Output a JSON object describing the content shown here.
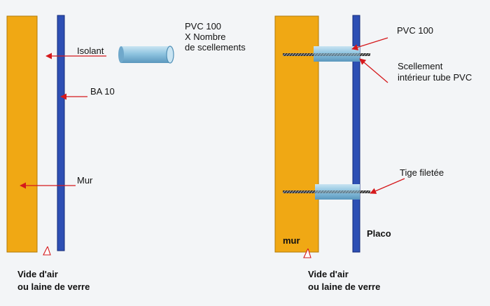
{
  "left_diagram": {
    "pvc_label_line1": "PVC 100",
    "pvc_label_line2": "X Nombre",
    "pvc_label_line3": "de scellements",
    "isolant_label": "Isolant",
    "ba10_label": "BA 10",
    "mur_label": "Mur",
    "bottom_label_line1": "Vide d'air",
    "bottom_label_line2": "ou laine de verre"
  },
  "right_diagram": {
    "pvc_label": "PVC 100",
    "scellement_label_line1": "Scellement",
    "scellement_label_line2": "intérieur tube PVC",
    "tige_label": "Tige filetée",
    "mur_label": "mur",
    "placo_label": "Placo",
    "bottom_label_line1": "Vide d'air",
    "bottom_label_line2": "ou laine de verre"
  },
  "colors": {
    "wall": "#f0a814",
    "wall_edge": "#b27a0a",
    "board": "#2d4fb4",
    "board_edge": "#132a78",
    "tube": "#8fc4e0",
    "tube_dark": "#4f8fb6",
    "arrow": "#d5191c",
    "background": "#f3f5f7"
  }
}
